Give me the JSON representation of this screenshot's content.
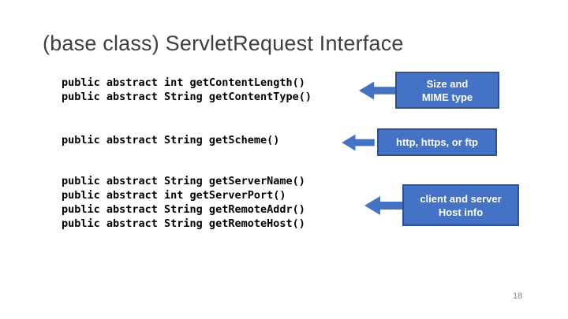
{
  "slide": {
    "title": "(base class) ServletRequest Interface",
    "page_number": "18"
  },
  "code_blocks": [
    {
      "lines": [
        "public abstract int getContentLength()",
        "public abstract String getContentType()"
      ]
    },
    {
      "lines": [
        "public abstract String getScheme()"
      ]
    },
    {
      "lines": [
        "public abstract String getServerName()",
        "public abstract int getServerPort()",
        "public abstract String getRemoteAddr()",
        "public abstract String getRemoteHost()"
      ]
    }
  ],
  "callouts": [
    {
      "label": [
        "Size and",
        "MIME type"
      ]
    },
    {
      "label": [
        "http, https, or ftp"
      ]
    },
    {
      "label": [
        "client and server",
        "Host info"
      ]
    }
  ],
  "colors": {
    "accent-blue": "#4472c4",
    "accent-dark": "#2f528f",
    "title-gray": "#3f3f3f",
    "code-black": "#000000",
    "page-gray": "#898989",
    "background": "#ffffff"
  }
}
